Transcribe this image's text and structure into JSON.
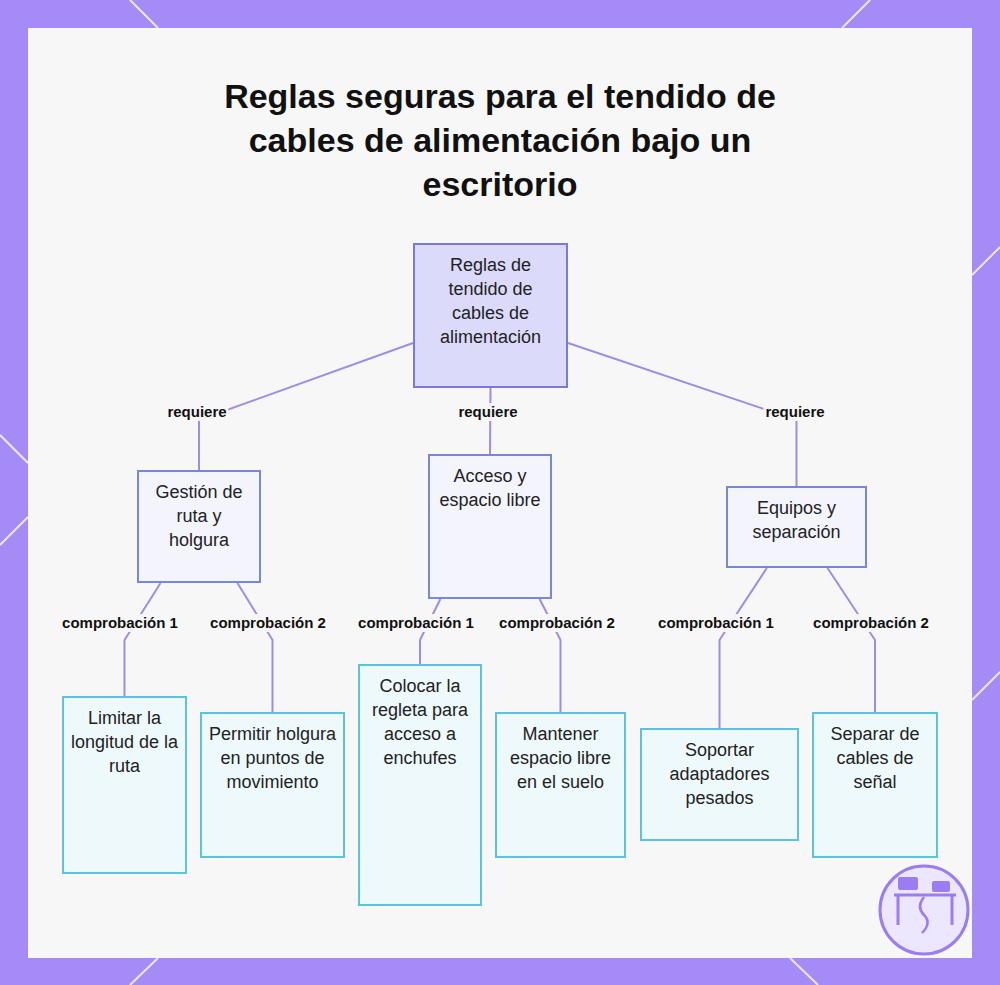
{
  "diagram": {
    "title": "Reglas seguras para el tendido de cables de alimentación bajo un escritorio",
    "nodes": [
      {
        "text": [
          "Reglas de tendido de cables de alimentación"
        ]
      },
      {
        "text": [
          "Gestión de ruta y holgura"
        ]
      },
      {
        "text": [
          "Acceso y espacio libre"
        ]
      },
      {
        "text": [
          "Equipos y separación"
        ]
      },
      {
        "text": [
          "Limitar la longitud de la ruta"
        ]
      },
      {
        "text": [
          "Permitir holgura en puntos de movimiento"
        ]
      },
      {
        "text": [
          "Colocar la regleta para acceso a enchufes"
        ]
      },
      {
        "text": [
          "Mantener espacio libre en el suelo"
        ]
      },
      {
        "text": [
          "Soportar adaptadores pesados"
        ]
      },
      {
        "text": [
          "Separar de cables de señal"
        ]
      }
    ],
    "edges": [
      {
        "from": 0,
        "to": 1,
        "label": "requiere",
        "arrow": "none"
      },
      {
        "from": 0,
        "to": 2,
        "label": "requiere",
        "arrow": "none"
      },
      {
        "from": 0,
        "to": 3,
        "label": "requiere",
        "arrow": "none"
      },
      {
        "from": 1,
        "to": 4,
        "label": "comprobación 1",
        "arrow": "none"
      },
      {
        "from": 1,
        "to": 5,
        "label": "comprobación 2",
        "arrow": "none"
      },
      {
        "from": 2,
        "to": 6,
        "label": "comprobación 1",
        "arrow": "none"
      },
      {
        "from": 2,
        "to": 7,
        "label": "comprobación 2",
        "arrow": "none"
      },
      {
        "from": 3,
        "to": 8,
        "label": "comprobación 1",
        "arrow": "none"
      },
      {
        "from": 3,
        "to": 9,
        "label": "comprobación 2",
        "arrow": "none"
      }
    ]
  }
}
